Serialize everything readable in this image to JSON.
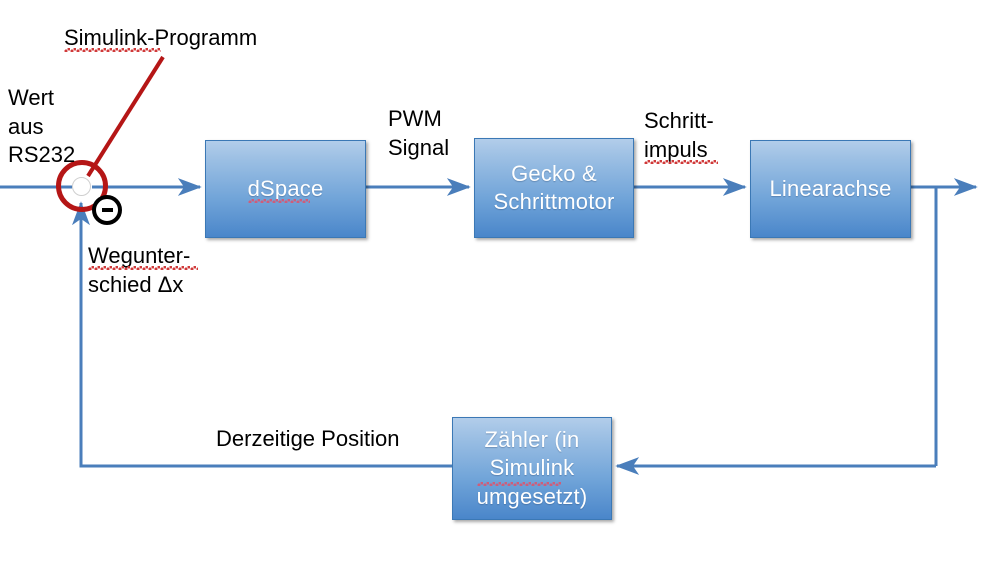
{
  "diagram": {
    "title_note": "Simulink-Programm",
    "blocks": [
      {
        "id": "dspace",
        "label": "dSpace"
      },
      {
        "id": "gecko",
        "label": "Gecko &\nSchrittmotor"
      },
      {
        "id": "linearachse",
        "label": "Linearachse"
      },
      {
        "id": "zaehler",
        "label": "Zähler (in\nSimulink\numgesetzt)"
      }
    ],
    "labels": {
      "input_source": "Wert\naus\nRS232",
      "callout": "Simulink-Programm",
      "error_signal": "Wegunter-\nschied Δx",
      "pwm": "PWM\nSignal",
      "step_pulse": "Schritt-\nimpuls",
      "feedback": "Derzeitige Position",
      "minus_sign": "-"
    },
    "colors": {
      "block_fill_top": "#b2cdea",
      "block_fill_bottom": "#4a86ca",
      "block_border": "#3b78b5",
      "wire": "#4a7ebb",
      "callout_red": "#b51616",
      "text_dark": "#000000",
      "block_text": "#ffffff"
    }
  }
}
